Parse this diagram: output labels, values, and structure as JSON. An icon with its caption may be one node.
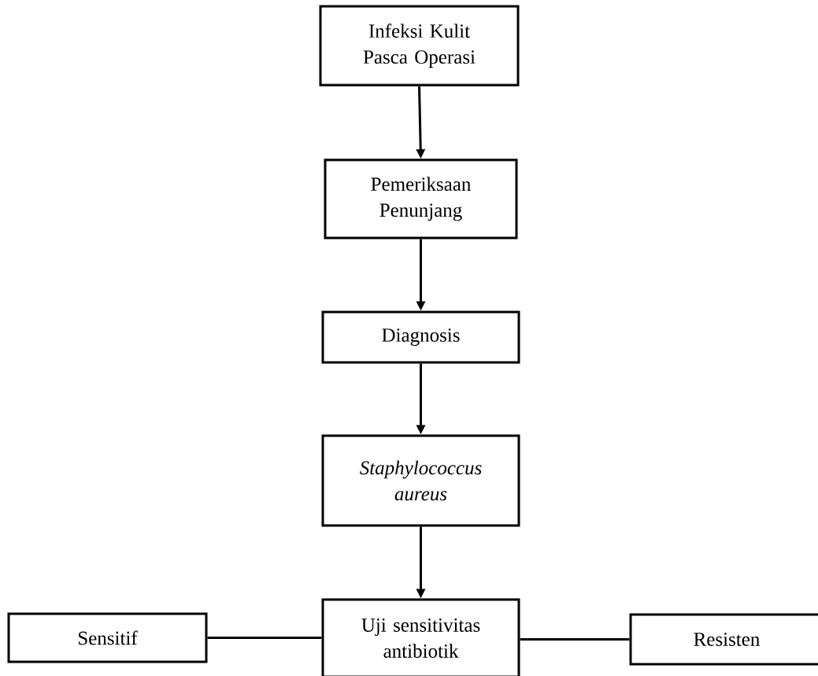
{
  "diagram": {
    "nodes": [
      {
        "text": [
          "Infeksi Kulit Pasca Operasi"
        ]
      },
      {
        "text": [
          "Pemeriksaan Penunjang"
        ]
      },
      {
        "text": [
          "Diagnosis"
        ]
      },
      {
        "text": [
          "Staphylococcus aureus"
        ]
      },
      {
        "text": [
          "Uji sensitivitas antibiotik"
        ]
      },
      {
        "text": [
          "Sensitif"
        ]
      },
      {
        "text": [
          "Resisten"
        ]
      }
    ],
    "edges": [
      {
        "from": 0,
        "to": 1,
        "arrow": "to"
      },
      {
        "from": 1,
        "to": 2,
        "arrow": "to"
      },
      {
        "from": 2,
        "to": 3,
        "arrow": "to"
      },
      {
        "from": 3,
        "to": 4,
        "arrow": "to"
      },
      {
        "from": 4,
        "to": 5,
        "arrow": "none"
      },
      {
        "from": 4,
        "to": 6,
        "arrow": "none"
      }
    ]
  }
}
